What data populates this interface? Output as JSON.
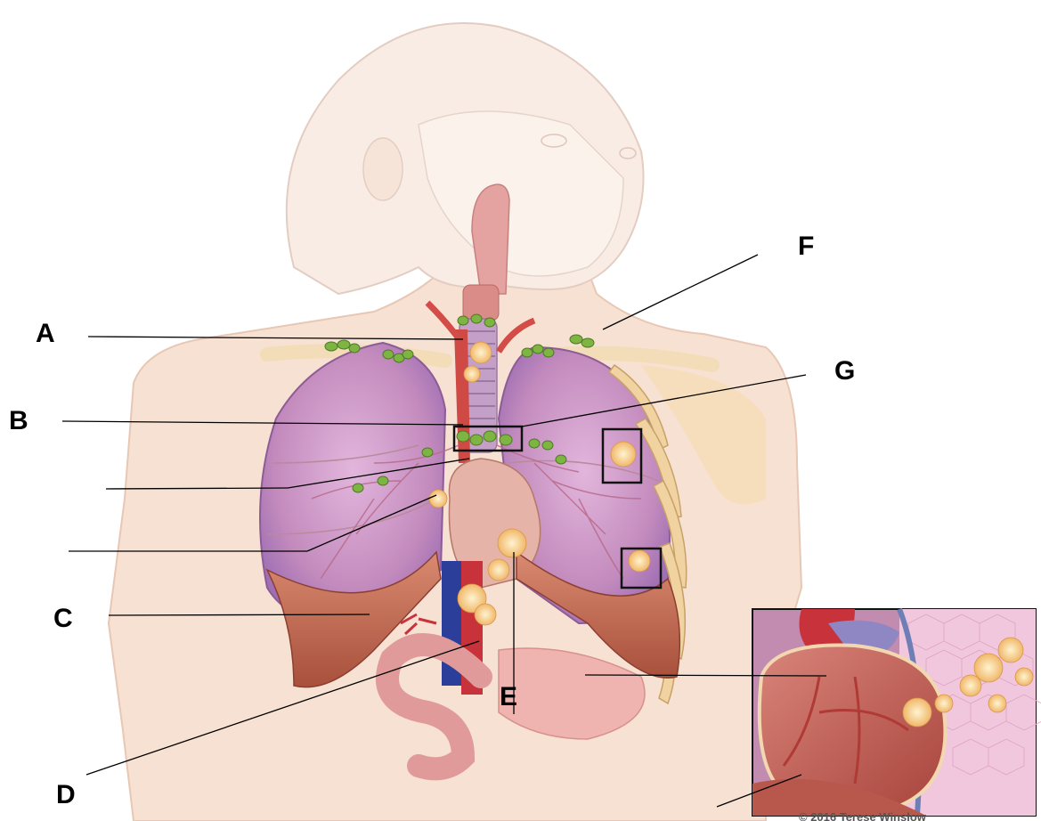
{
  "labels": {
    "a": "A",
    "b": "B",
    "c": "C",
    "d": "D",
    "e": "E",
    "f": "F",
    "g": "G"
  },
  "credit": "© 2016 Terese Winslow",
  "colors": {
    "skin": "#f6dccb",
    "lung": "#c98fc2",
    "diaphragm": "#c8715a",
    "artery": "#c8323a",
    "vein": "#2b3f9a",
    "lymph_node": "#7db442",
    "tumor": "#f3c987"
  }
}
